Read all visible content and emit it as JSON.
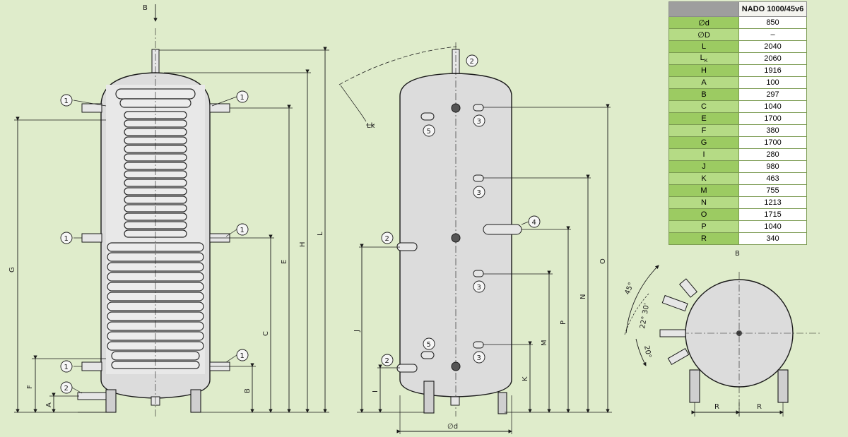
{
  "table": {
    "model": "NADO 1000/45v6",
    "rows": [
      {
        "label": "∅d",
        "value": "850"
      },
      {
        "label": "∅D",
        "value": "–"
      },
      {
        "label": "L",
        "value": "2040"
      },
      {
        "label": "L",
        "sub": "K",
        "value": "2060"
      },
      {
        "label": "H",
        "value": "1916"
      },
      {
        "label": "A",
        "value": "100"
      },
      {
        "label": "B",
        "value": "297"
      },
      {
        "label": "C",
        "value": "1040"
      },
      {
        "label": "E",
        "value": "1700"
      },
      {
        "label": "F",
        "value": "380"
      },
      {
        "label": "G",
        "value": "1700"
      },
      {
        "label": "I",
        "value": "280"
      },
      {
        "label": "J",
        "value": "980"
      },
      {
        "label": "K",
        "value": "463"
      },
      {
        "label": "M",
        "value": "755"
      },
      {
        "label": "N",
        "value": "1213"
      },
      {
        "label": "O",
        "value": "1715"
      },
      {
        "label": "P",
        "value": "1040"
      },
      {
        "label": "R",
        "value": "340"
      }
    ]
  },
  "drawing": {
    "view_arrow": "B",
    "top_view_label": "B",
    "lk_label": "Lk",
    "diameter_label": "∅d",
    "left_dims": [
      "G",
      "F",
      "A"
    ],
    "right_dims_front": [
      "B",
      "C",
      "E",
      "H",
      "L"
    ],
    "side_left_dims": [
      "I",
      "J"
    ],
    "side_right_dims": [
      "K",
      "M",
      "P",
      "N",
      "O"
    ],
    "angles": [
      "45°",
      "22° 30'",
      "20°"
    ],
    "r_label": "R",
    "callouts": [
      "1",
      "2",
      "3",
      "4",
      "5"
    ]
  }
}
